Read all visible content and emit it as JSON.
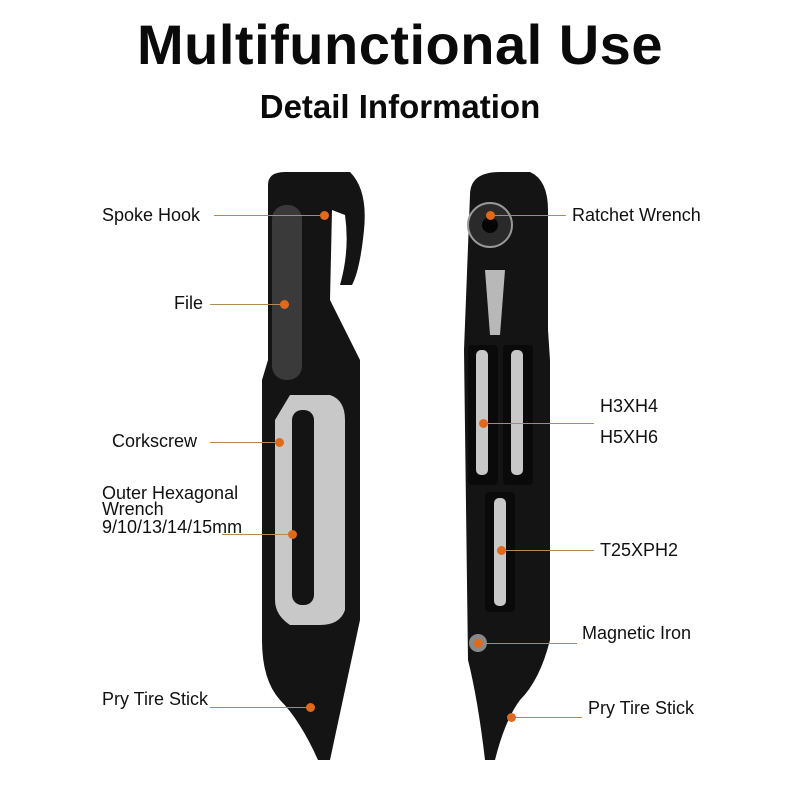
{
  "header": {
    "title": "Multifunctional Use",
    "subtitle": "Detail Information"
  },
  "left_tool": {
    "labels": [
      "Spoke Hook",
      "File",
      "Corkscrew",
      "Outer Hexagonal\nWrench",
      "9/10/13/14/15mm",
      "Pry Tire Stick"
    ]
  },
  "right_tool": {
    "labels": [
      "Ratchet Wrench",
      "H3XH4",
      "H5XH6",
      "T25XPH2",
      "Magnetic Iron",
      "Pry Tire Stick"
    ]
  },
  "colors": {
    "leader_line": "#b08a5a",
    "marker": "#e06a1a",
    "tool_body": "#141414",
    "steel": "#c8c8c8"
  }
}
